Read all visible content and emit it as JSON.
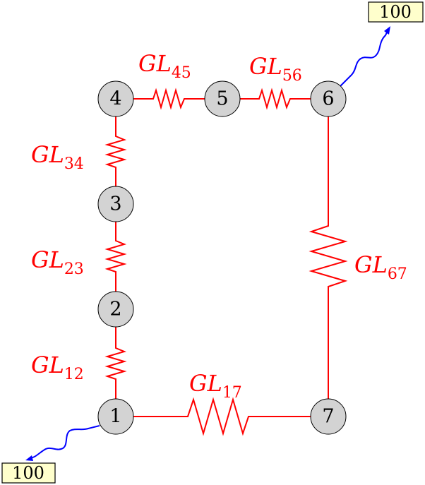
{
  "nodes": [
    {
      "id": "1",
      "label": "1"
    },
    {
      "id": "2",
      "label": "2"
    },
    {
      "id": "3",
      "label": "3"
    },
    {
      "id": "4",
      "label": "4"
    },
    {
      "id": "5",
      "label": "5"
    },
    {
      "id": "6",
      "label": "6"
    },
    {
      "id": "7",
      "label": "7"
    }
  ],
  "conductances": [
    {
      "from": "1",
      "to": "2",
      "base": "GL",
      "sub": "12"
    },
    {
      "from": "2",
      "to": "3",
      "base": "GL",
      "sub": "23"
    },
    {
      "from": "3",
      "to": "4",
      "base": "GL",
      "sub": "34"
    },
    {
      "from": "4",
      "to": "5",
      "base": "GL",
      "sub": "45"
    },
    {
      "from": "5",
      "to": "6",
      "base": "GL",
      "sub": "56"
    },
    {
      "from": "6",
      "to": "7",
      "base": "GL",
      "sub": "67"
    },
    {
      "from": "1",
      "to": "7",
      "base": "GL",
      "sub": "17"
    }
  ],
  "boundaries": [
    {
      "node": "6",
      "value": "100"
    },
    {
      "node": "1",
      "value": "100"
    }
  ],
  "colors": {
    "conductance": "#ff0000",
    "heat_flow": "#0000ff",
    "node_fill": "#d3d3d3",
    "boundary_fill": "#ffffcc"
  }
}
